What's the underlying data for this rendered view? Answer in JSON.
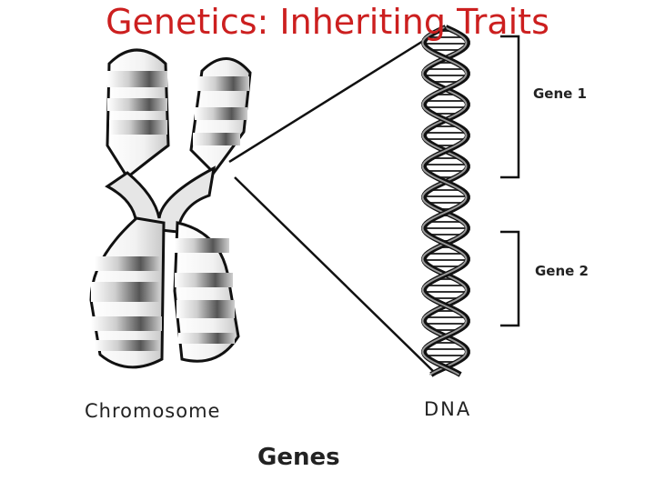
{
  "title": "Genetics: Inheriting Traits",
  "labels": {
    "gene1": "Gene 1",
    "gene2": "Gene 2",
    "chromosome": "Chromosome",
    "dna": "DNA",
    "genes": "Genes"
  },
  "colors": {
    "title": "#cc1f1f",
    "ink": "#111111",
    "band_dark": "#6e6e6e",
    "band_light": "#d9d9d9"
  }
}
